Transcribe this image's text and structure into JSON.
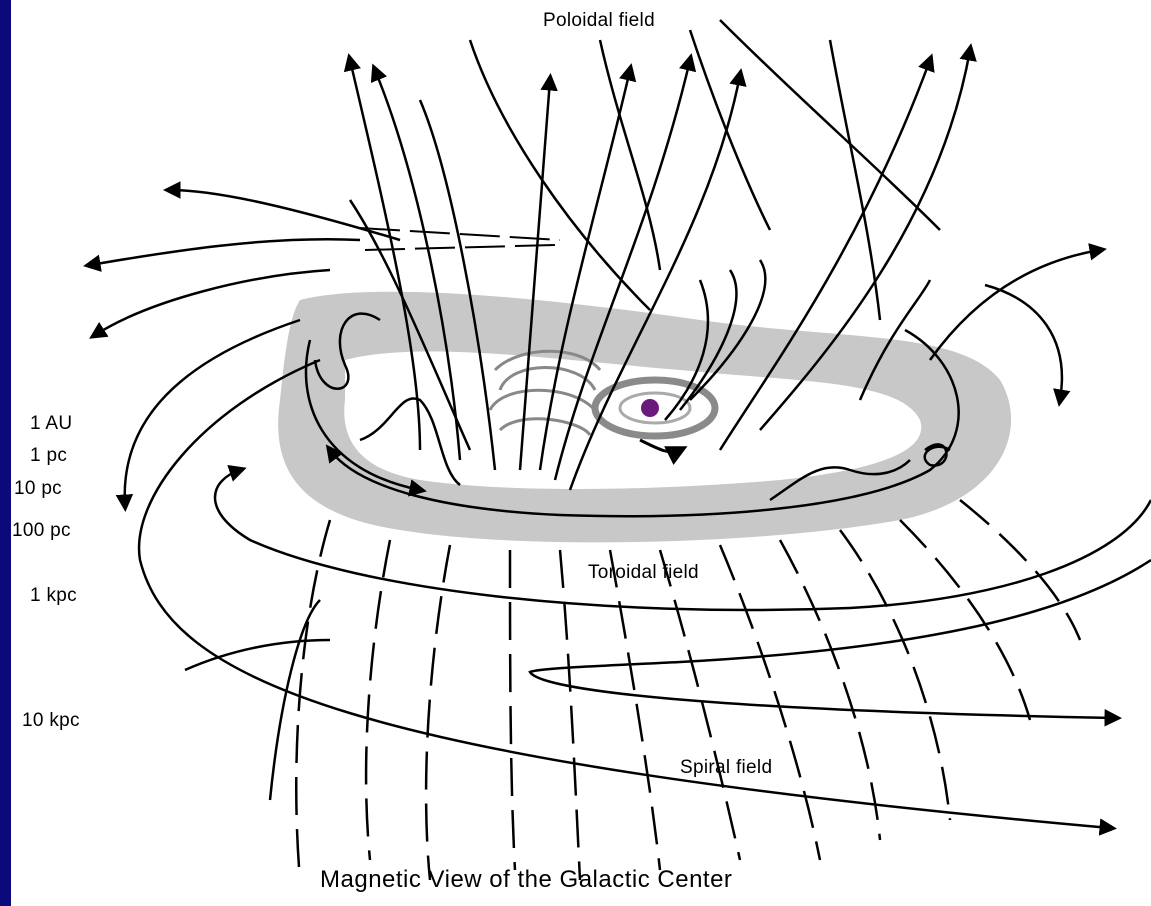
{
  "diagram": {
    "title": "Magnetic View of the Galactic Center",
    "labels": {
      "poloidal": "Poloidal field",
      "toroidal": "Toroidal field",
      "spiral": "Spiral field"
    },
    "scale_labels": [
      "1 AU",
      "1 pc",
      "10 pc",
      "100 pc",
      "1 kpc",
      "10 kpc"
    ]
  },
  "colors": {
    "side_bar": "#0a0a7a",
    "disk": "#c8c8c8",
    "ring": "#8a8a8a",
    "core": "#6a1a7a",
    "lines": "#000000"
  }
}
